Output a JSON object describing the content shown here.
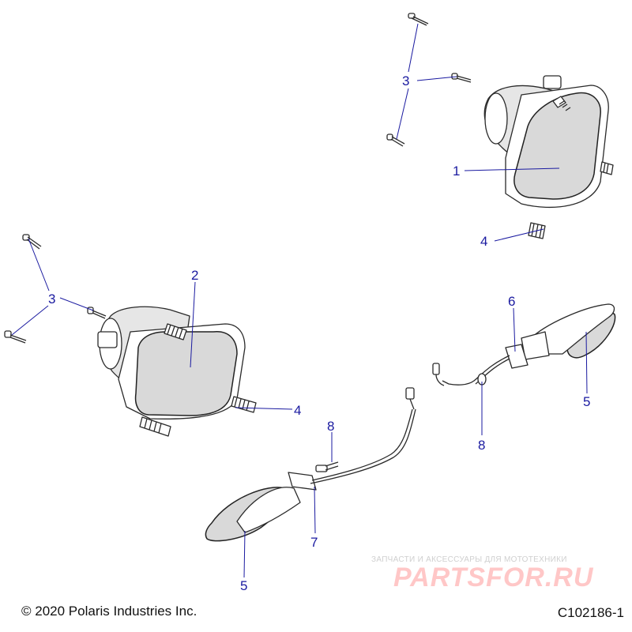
{
  "callouts": {
    "c1": "1",
    "c2": "2",
    "c3a": "3",
    "c3b": "3",
    "c4a": "4",
    "c4b": "4",
    "c5a": "5",
    "c5b": "5",
    "c6": "6",
    "c7": "7",
    "c8a": "8",
    "c8b": "8"
  },
  "footer": {
    "copyright": "© 2020 Polaris Industries Inc.",
    "drawing_id": "C102186-1"
  },
  "watermark": {
    "tagline": "ЗАПЧАСТИ И АКСЕССУАРЫ ДЛЯ МОТОТЕХНИКИ",
    "logo": "PARTSFOR.RU"
  },
  "colors": {
    "callout": "#1a1aa0",
    "line": "#2a2a2a",
    "lens": "#d9d9d9",
    "watermark": "#ff9b9b"
  }
}
